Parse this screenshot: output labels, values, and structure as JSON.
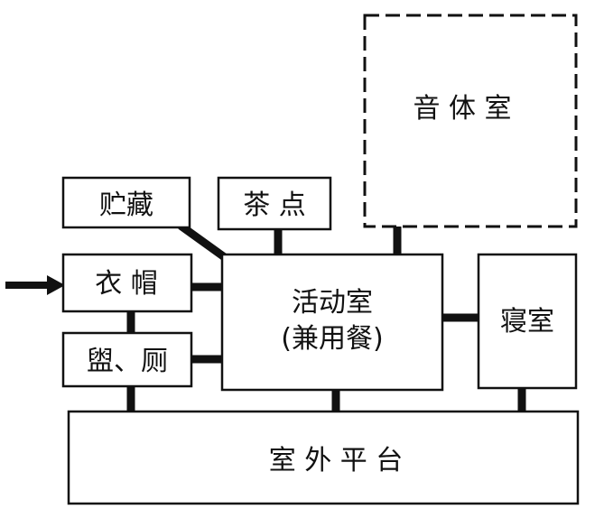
{
  "rooms": {
    "music": "音 体 室",
    "storage": "贮藏",
    "tea": "茶 点",
    "coats": "衣 帽",
    "washroom": "盥、厕",
    "activity_line1": "活动室",
    "activity_line2": "(兼用餐)",
    "bedroom": "寝室",
    "terrace": "室 外 平 台"
  }
}
